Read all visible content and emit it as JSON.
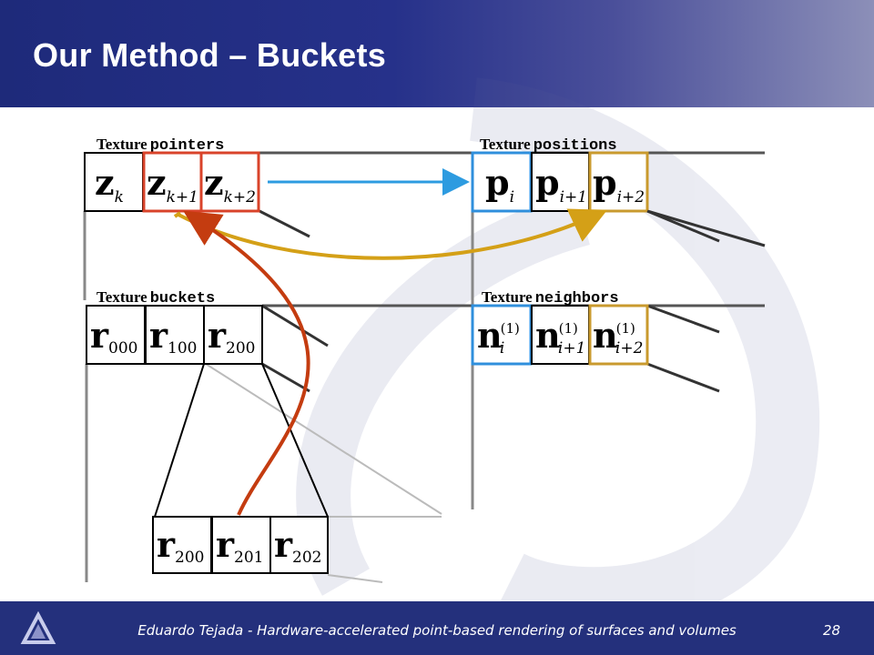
{
  "slide": {
    "title": "Our Method – Buckets",
    "footer": "Eduardo Tejada - Hardware-accelerated point-based rendering of surfaces and volumes",
    "page_number": "28"
  },
  "textures": {
    "pointers": {
      "label_word": "Texture",
      "label_name": "pointers",
      "cells": [
        {
          "sym": "z",
          "sub": "k"
        },
        {
          "sym": "z",
          "sub": "k+1"
        },
        {
          "sym": "z",
          "sub": "k+2"
        }
      ]
    },
    "positions": {
      "label_word": "Texture",
      "label_name": "positions",
      "cells": [
        {
          "sym": "p",
          "sub": "i"
        },
        {
          "sym": "p",
          "sub": "i+1"
        },
        {
          "sym": "p",
          "sub": "i+2"
        }
      ]
    },
    "buckets": {
      "label_word": "Texture",
      "label_name": "buckets",
      "cells": [
        {
          "sym": "r",
          "sub": "000"
        },
        {
          "sym": "r",
          "sub": "100"
        },
        {
          "sym": "r",
          "sub": "200"
        }
      ]
    },
    "neighbors": {
      "label_word": "Texture",
      "label_name": "neighbors",
      "sup": "(1)",
      "cells": [
        {
          "sym": "n",
          "sub": "i"
        },
        {
          "sym": "n",
          "sub": "i+1"
        },
        {
          "sym": "n",
          "sub": "i+2"
        }
      ]
    },
    "bucket_detail": {
      "cells": [
        {
          "sym": "r",
          "sub": "200"
        },
        {
          "sym": "r",
          "sub": "201"
        },
        {
          "sym": "r",
          "sub": "202"
        }
      ]
    }
  },
  "colors": {
    "header": "#26318a",
    "pointer_highlight": "#d9432a",
    "position_blue": "#2f8fdc",
    "position_gold": "#c99a2e",
    "arrow_blue": "#2d9be0",
    "arrow_gold": "#d4a017",
    "arrow_red": "#c43c10"
  }
}
